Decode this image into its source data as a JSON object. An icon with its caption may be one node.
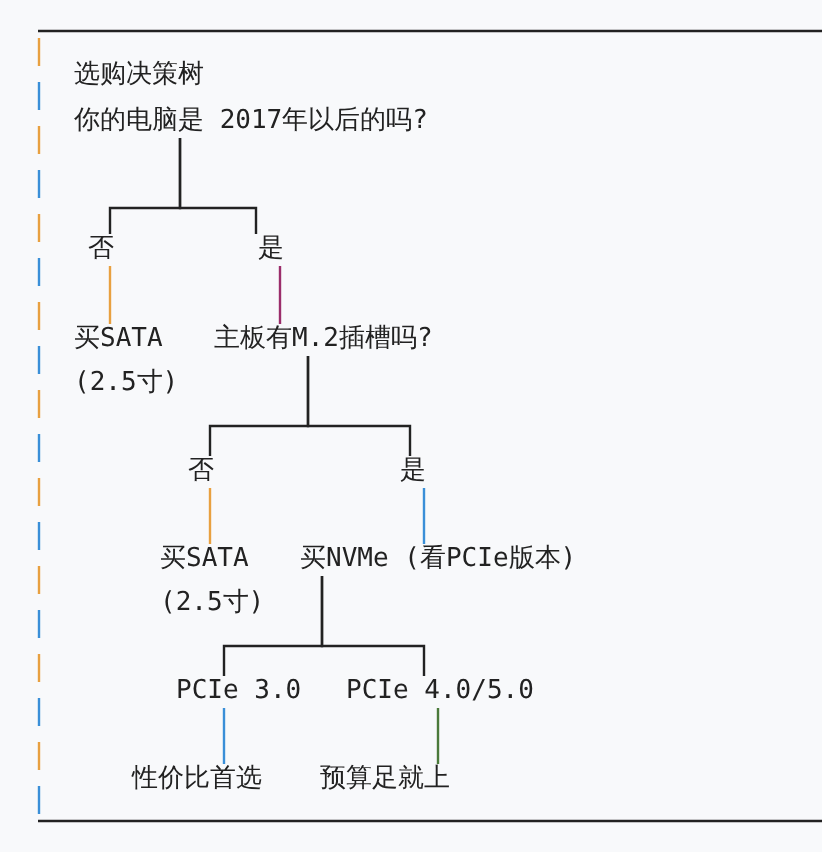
{
  "diagram": {
    "title": "选购决策树",
    "nodes": [
      {
        "text": [
          "你的电脑是 2017年以后的吗?"
        ]
      },
      {
        "text": [
          "否"
        ]
      },
      {
        "text": [
          "是"
        ]
      },
      {
        "text": [
          "买SATA (2.5寸)"
        ]
      },
      {
        "text": [
          "主板有M.2插槽吗?"
        ]
      },
      {
        "text": [
          "否"
        ]
      },
      {
        "text": [
          "是"
        ]
      },
      {
        "text": [
          "买SATA (2.5寸)"
        ]
      },
      {
        "text": [
          "买NVMe (看PCIe版本)"
        ]
      },
      {
        "text": [
          "PCIe 3.0"
        ]
      },
      {
        "text": [
          "PCIe 4.0/5.0"
        ]
      },
      {
        "text": [
          "性价比首选"
        ]
      },
      {
        "text": [
          "预算足就上"
        ]
      }
    ],
    "edges": [
      {
        "from": 0,
        "to": 1,
        "arrow": "none"
      },
      {
        "from": 0,
        "to": 2,
        "arrow": "none"
      },
      {
        "from": 1,
        "to": 3,
        "arrow": "none",
        "color": "#e8a040"
      },
      {
        "from": 2,
        "to": 4,
        "arrow": "none",
        "color": "#9b2d6b"
      },
      {
        "from": 4,
        "to": 5,
        "arrow": "none"
      },
      {
        "from": 4,
        "to": 6,
        "arrow": "none"
      },
      {
        "from": 5,
        "to": 7,
        "arrow": "none",
        "color": "#e8a040"
      },
      {
        "from": 6,
        "to": 8,
        "arrow": "none",
        "color": "#3a8fd8"
      },
      {
        "from": 8,
        "to": 9,
        "arrow": "none"
      },
      {
        "from": 8,
        "to": 10,
        "arrow": "none"
      },
      {
        "from": 9,
        "to": 11,
        "arrow": "none",
        "color": "#3a8fd8"
      },
      {
        "from": 10,
        "to": 12,
        "arrow": "none",
        "color": "#4a7a3a"
      }
    ]
  }
}
